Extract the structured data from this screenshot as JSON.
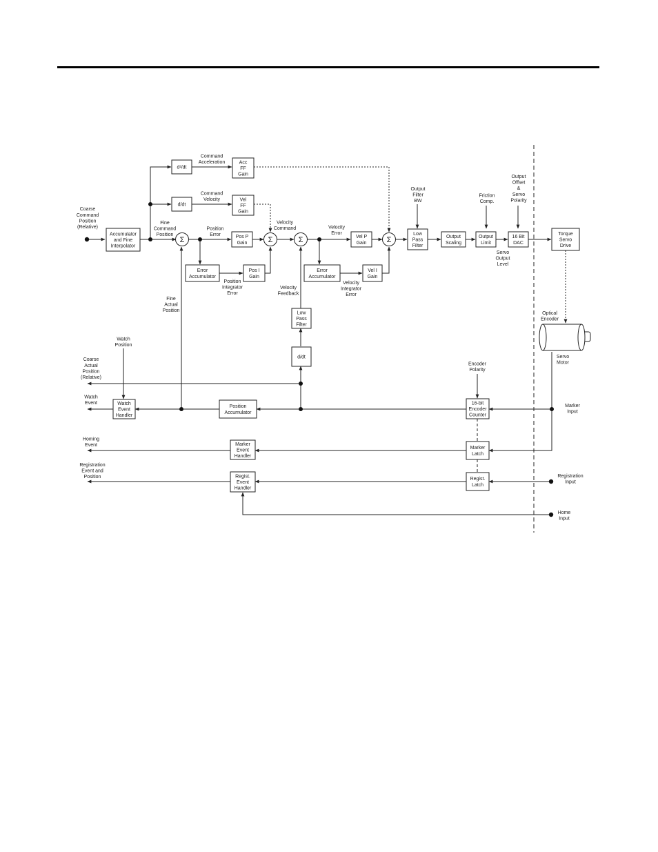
{
  "diagram": {
    "blocks": {
      "accum_interp": [
        "Accumulator",
        "and Fine",
        "Interpolator"
      ],
      "d2dt": [
        "d²/dt"
      ],
      "ddt_vel": [
        "d/dt"
      ],
      "acc_ff_gain": [
        "Acc",
        "FF",
        "Gain"
      ],
      "vel_ff_gain": [
        "Vel",
        "FF",
        "Gain"
      ],
      "pos_p_gain": [
        "Pos P",
        "Gain"
      ],
      "pos_error_accum": [
        "Error",
        "Accumulator"
      ],
      "pos_i_gain": [
        "Pos I",
        "Gain"
      ],
      "vel_p_gain": [
        "Vel P",
        "Gain"
      ],
      "vel_error_accum": [
        "Error",
        "Accumulator"
      ],
      "vel_i_gain": [
        "Vel I",
        "Gain"
      ],
      "low_pass_filter": [
        "Low",
        "Pass",
        "Filter"
      ],
      "output_scaling": [
        "Output",
        "Scaling"
      ],
      "output_limit": [
        "Output",
        "Limit"
      ],
      "dac": [
        "16 Bit",
        "DAC"
      ],
      "torque_servo_drive": [
        "Torque",
        "Servo",
        "Drive"
      ],
      "fb_low_pass_filter": [
        "Low",
        "Pass",
        "Filter"
      ],
      "fb_ddt": [
        "d/dt"
      ],
      "watch_event_handler": [
        "Watch",
        "Event",
        "Handler"
      ],
      "position_accumulator": [
        "Position",
        "Accumulator"
      ],
      "encoder_counter": [
        "16-bit",
        "Encoder",
        "Counter"
      ],
      "marker_event_handler": [
        "Marker",
        "Event",
        "Handler"
      ],
      "marker_latch": [
        "Marker",
        "Latch"
      ],
      "regist_event_handler": [
        "Regist.",
        "Event",
        "Handler"
      ],
      "regist_latch": [
        "Regist.",
        "Latch"
      ]
    },
    "summing_symbol": "Σ",
    "labels": {
      "coarse_command": [
        "Coarse",
        "Command",
        "Position",
        "(Relative)"
      ],
      "command_acceleration": [
        "Command",
        "Acceleration"
      ],
      "command_velocity": [
        "Command",
        "Velocity"
      ],
      "fine_command": [
        "Fine",
        "Command",
        "Position"
      ],
      "position_error": [
        "Position",
        "Error"
      ],
      "velocity_command": [
        "Velocity",
        "Command"
      ],
      "velocity_error": [
        "Velocity",
        "Error"
      ],
      "position_integrator_error": [
        "Position",
        "Integrator",
        "Error"
      ],
      "velocity_integrator_error": [
        "Velocity",
        "Integrator",
        "Error"
      ],
      "velocity_feedback": [
        "Velocity",
        "Feedback"
      ],
      "fine_actual": [
        "Fine",
        "Actual",
        "Position"
      ],
      "output_filter_bw": [
        "Output",
        "Filter",
        "BW"
      ],
      "friction_comp": [
        "Friction",
        "Comp."
      ],
      "output_offset": [
        "Output",
        "Offset",
        "&",
        "Servo",
        "Polarity"
      ],
      "servo_output_level": [
        "Servo",
        "Output",
        "Level"
      ],
      "optical_encoder": [
        "Optical",
        "Encoder"
      ],
      "servo_motor": [
        "Servo",
        "Motor"
      ],
      "watch_position": [
        "Watch",
        "Position"
      ],
      "coarse_actual": [
        "Coarse",
        "Actual",
        "Position",
        "(Relative)"
      ],
      "watch_event": [
        "Watch",
        "Event"
      ],
      "encoder_polarity": [
        "Encoder",
        "Polarity"
      ],
      "marker_input": [
        "Marker",
        "Input"
      ],
      "homing_event": [
        "Homing",
        "Event"
      ],
      "registration_event": [
        "Registration",
        "Event and",
        "Position"
      ],
      "registration_input": [
        "Registration",
        "Input"
      ],
      "home_input": [
        "Home",
        "Input"
      ]
    }
  }
}
